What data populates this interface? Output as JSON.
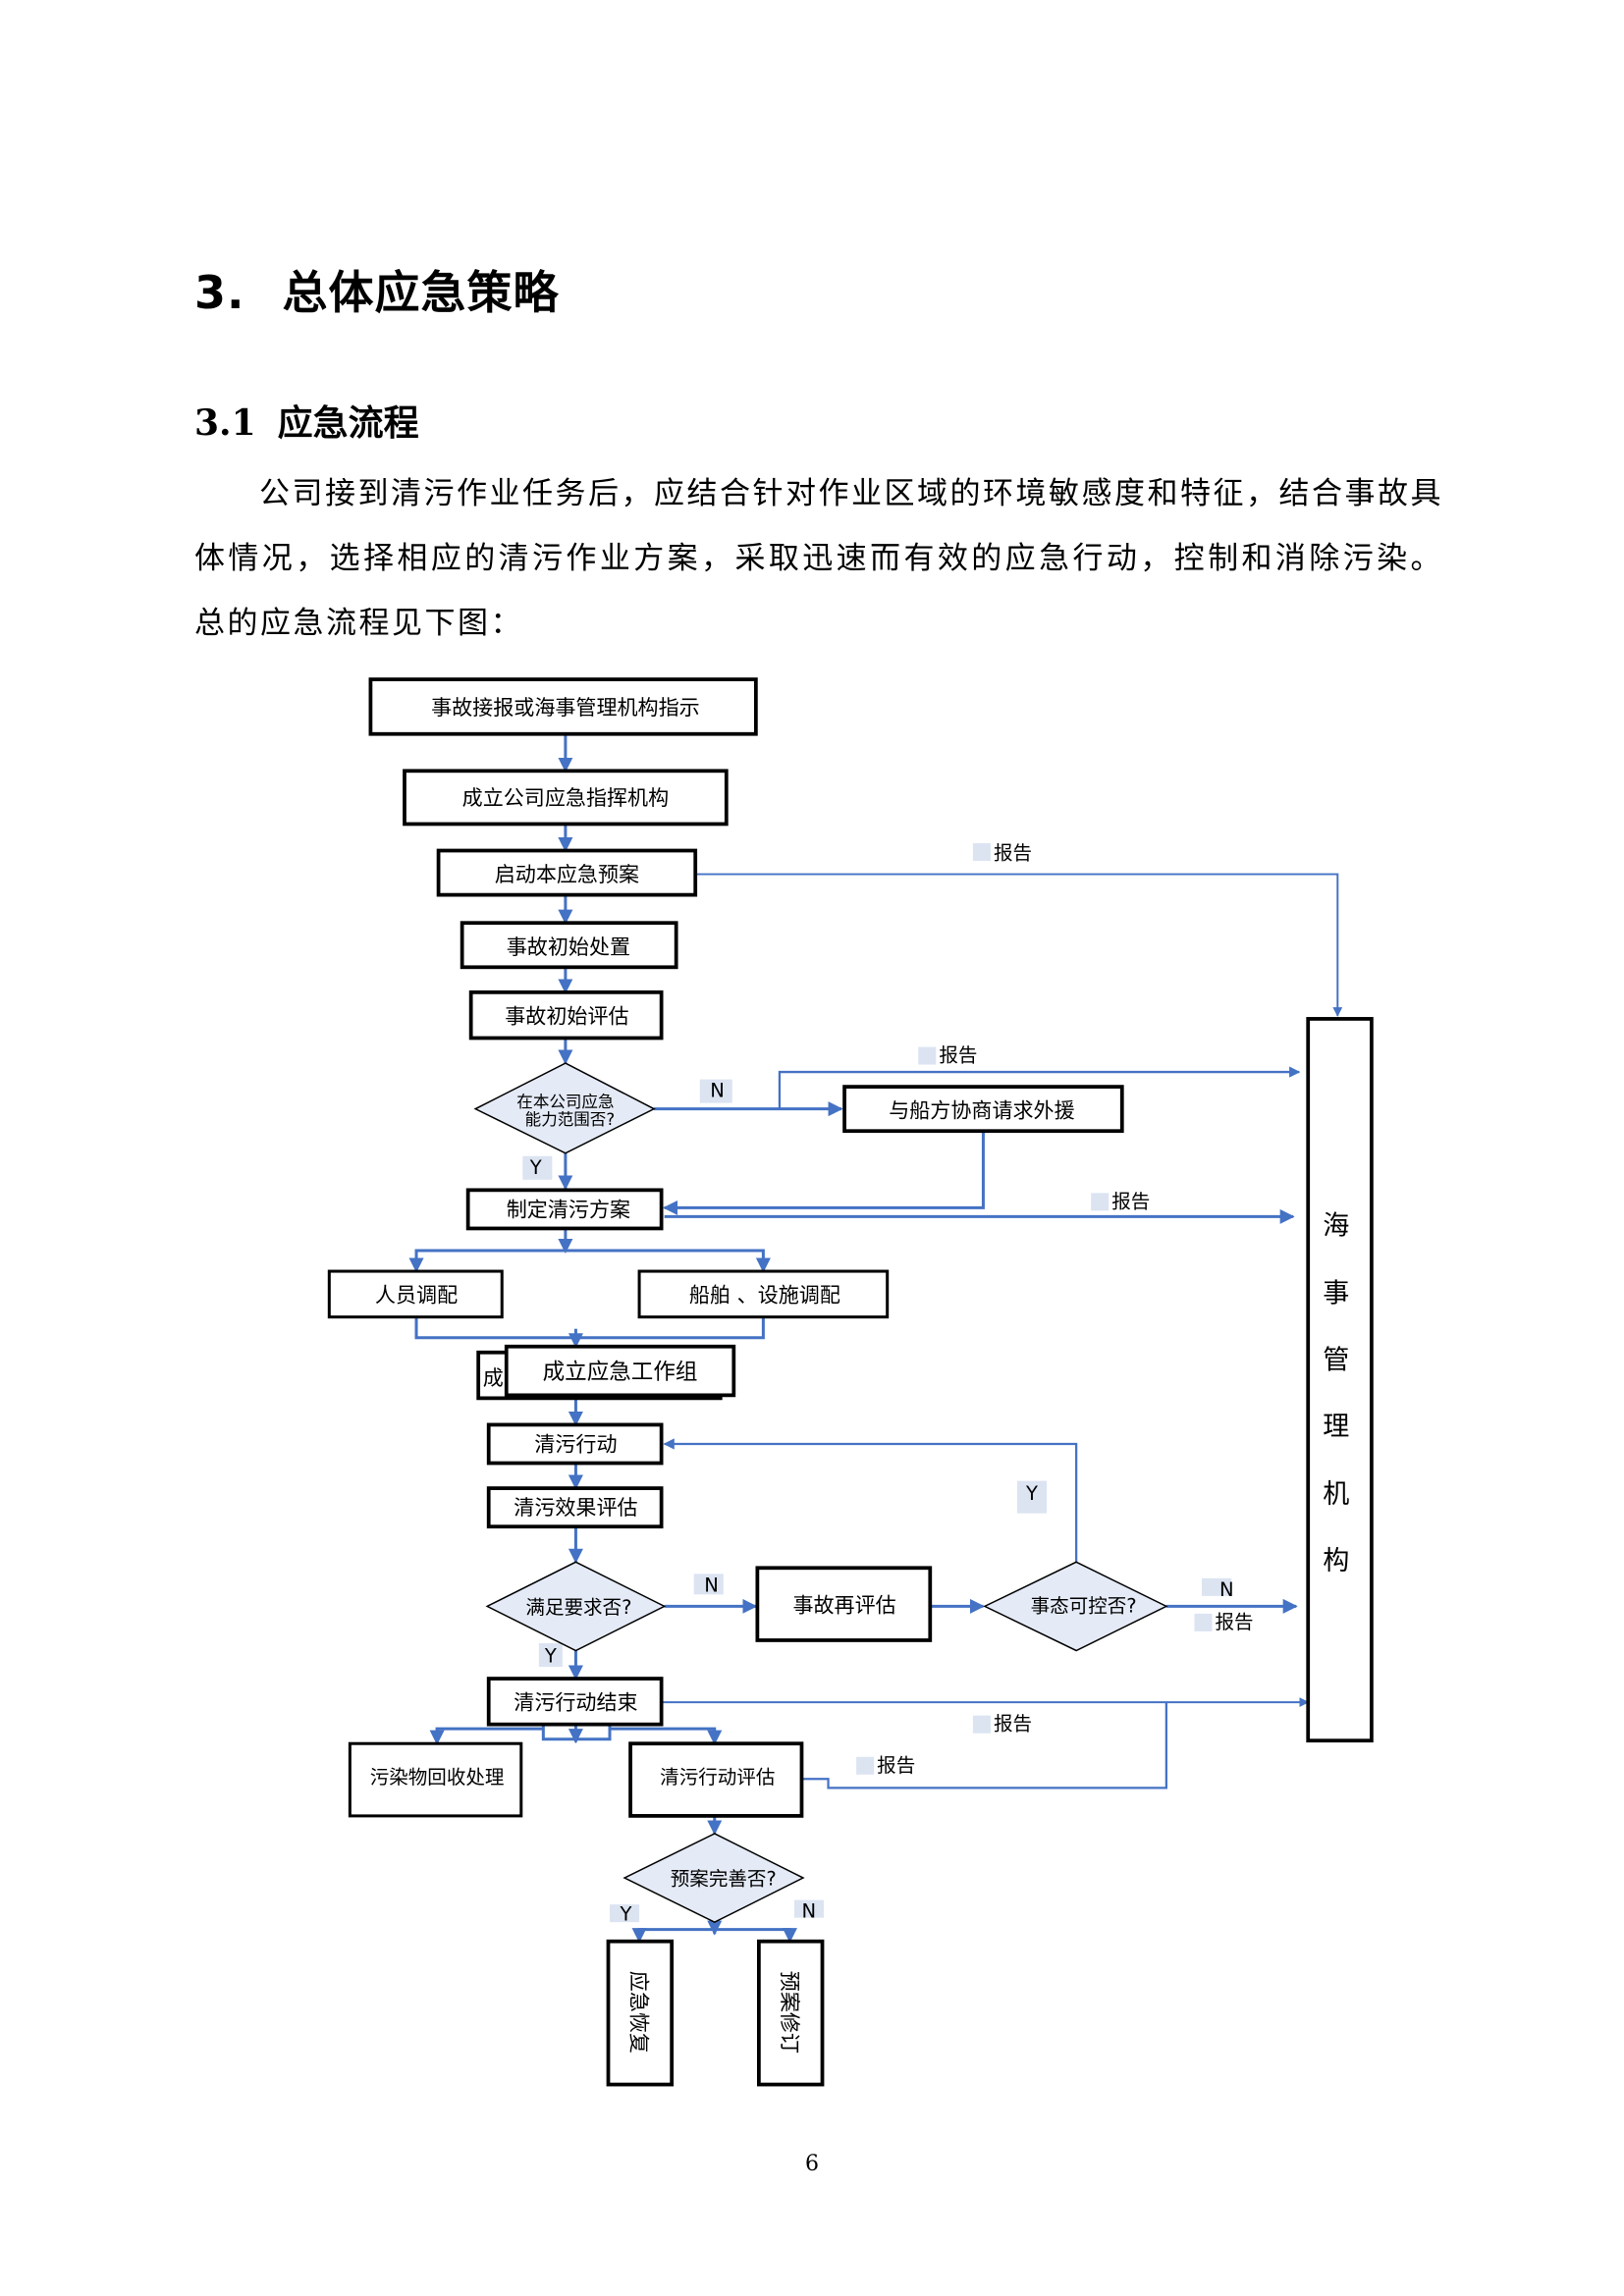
{
  "heading": {
    "number": "3.",
    "title": "总体应急策略"
  },
  "subheading": {
    "number": "3.1",
    "title": "应急流程"
  },
  "paragraph": "公司接到清污作业任务后，应结合针对作业区域的环境敏感度和特征，结合事故具体情况，选择相应的清污作业方案，采取迅速而有效的应急行动，控制和消除污染。总的应急流程见下图：",
  "flowchart": {
    "colors": {
      "line": "#4472c4",
      "diamond_fill": "#e4eaf6",
      "label_bg": "#dce4f2"
    },
    "nodes": {
      "n1": "事故接报或海事管理机构指示",
      "n2": "成立公司应急指挥机构",
      "n3": "启动本应急预案",
      "n4": "事故初始处置",
      "n5": "事故初始评估",
      "d1_line1": "在本公司应急",
      "d1_line2": "能力范围否?",
      "n6": "与船方协商请求外援",
      "n7": "制定清污方案",
      "n8": "人员调配",
      "n9": "船舶 、设施调配",
      "n10_hidden": "成",
      "n10": "成立应急工作组",
      "n11": "清污行动",
      "n12": "清污效果评估",
      "d2": "满足要求否?",
      "n13": "事故再评估",
      "d3": "事态可控否?",
      "n14": "清污行动结束",
      "n15": "污染物回收处理",
      "n16": "清污行动评估",
      "d4": "预案完善否?",
      "n17": "应急恢复",
      "n18": "预案修订",
      "authority": [
        "海",
        "事",
        "管",
        "理",
        "机",
        "构"
      ]
    },
    "labels": {
      "report": "报告",
      "yes": "Y",
      "no": "N"
    }
  },
  "page_number": "6"
}
